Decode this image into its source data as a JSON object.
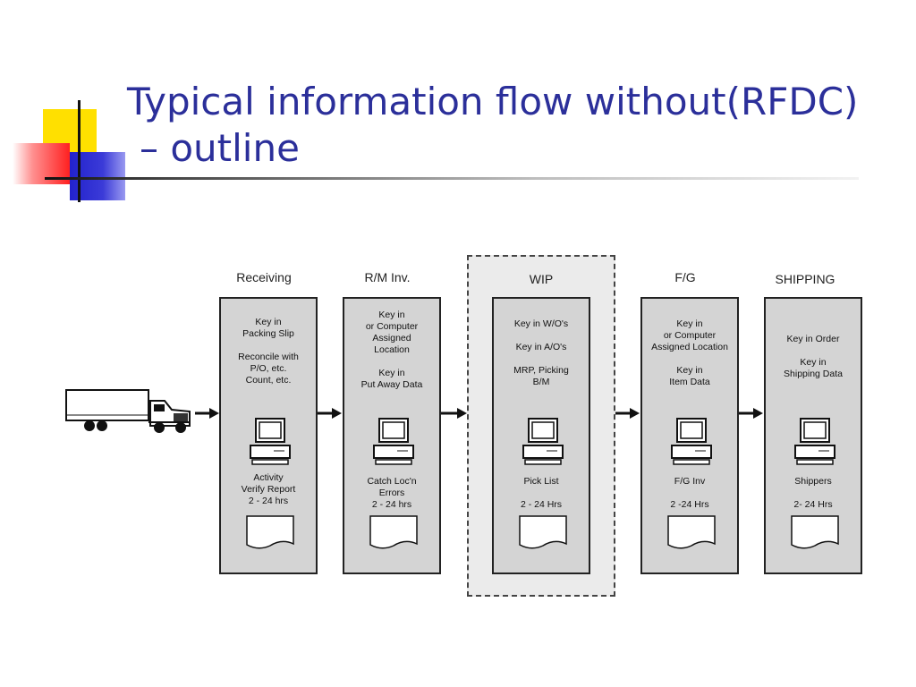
{
  "slide": {
    "title_line1": "Typical information flow without(RFDC)",
    "title_line2": "– outline"
  },
  "stages": [
    {
      "label": "Receiving",
      "top_text": "Key in\nPacking Slip\n\nReconcile with\nP/O,    etc.\nCount, etc.",
      "bottom_text": "Activity\nVerify Report\n2 - 24 hrs"
    },
    {
      "label": "R/M Inv.",
      "top_text": "Key in\nor Computer\nAssigned\nLocation\n\nKey in\nPut Away Data",
      "bottom_text": "Catch Loc'n\nErrors\n2 - 24 hrs"
    },
    {
      "label": "WIP",
      "top_text": "Key in W/O's\n\nKey in A/O's\n\nMRP, Picking\nB/M",
      "bottom_text": "Pick List\n\n2 - 24 Hrs"
    },
    {
      "label": "F/G",
      "top_text": "Key in\nor Computer\nAssigned Location\n\nKey in\nItem Data",
      "bottom_text": "F/G Inv\n\n2 -24 Hrs"
    },
    {
      "label": "SHIPPING",
      "top_text": "\nKey in Order\n\nKey in\nShipping Data",
      "bottom_text": "Shippers\n\n2- 24 Hrs"
    }
  ],
  "icons": {
    "truck": "truck-icon",
    "computer": "computer-icon",
    "document": "document-icon",
    "arrow": "arrow-right-icon"
  },
  "colors": {
    "title": "#2b2f9a",
    "column_fill": "#d4d4d4",
    "wip_fill": "#ebebeb"
  }
}
